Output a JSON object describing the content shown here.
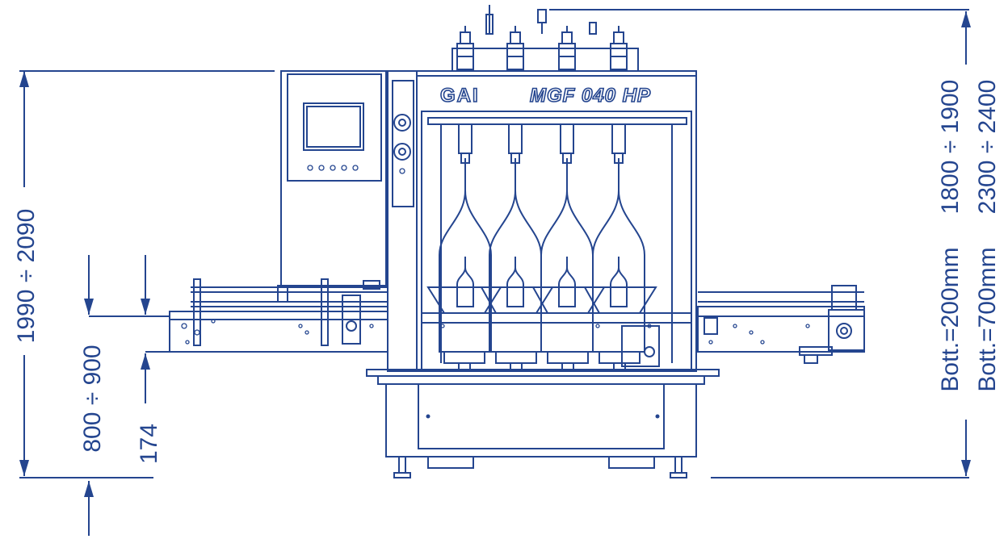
{
  "colors": {
    "line": "#24458f",
    "background": "#ffffff"
  },
  "machine": {
    "brand": "GAI",
    "model": "MGF 040 HP"
  },
  "dimensions": {
    "total_height": "1990 ÷ 2090",
    "conveyor_height": "800 ÷ 900",
    "base_height": "174",
    "height_small_bottle": "1800 ÷ 1900",
    "height_large_bottle": "2300 ÷ 2400",
    "bottle_small": "Bott.=200mm",
    "bottle_large": "Bott.=700mm"
  }
}
